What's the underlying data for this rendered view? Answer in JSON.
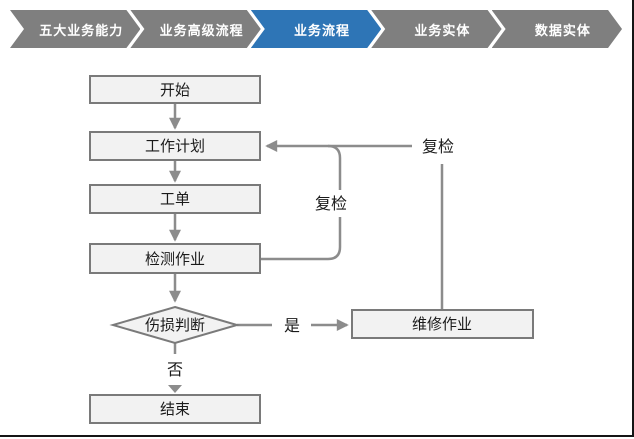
{
  "breadcrumb": {
    "items": [
      {
        "label": "五大业务能力",
        "active": false
      },
      {
        "label": "业务高级流程",
        "active": false
      },
      {
        "label": "业务流程",
        "active": true
      },
      {
        "label": "业务实体",
        "active": false
      },
      {
        "label": "数据实体",
        "active": false
      }
    ]
  },
  "flowchart": {
    "nodes": {
      "start": {
        "label": "开始",
        "shape": "rect"
      },
      "plan": {
        "label": "工作计划",
        "shape": "rect"
      },
      "order": {
        "label": "工单",
        "shape": "rect"
      },
      "inspect": {
        "label": "检测作业",
        "shape": "rect"
      },
      "judge": {
        "label": "伤损判断",
        "shape": "diamond"
      },
      "repair": {
        "label": "维修作业",
        "shape": "rect"
      },
      "end": {
        "label": "结束",
        "shape": "rect"
      }
    },
    "edge_labels": {
      "yes": "是",
      "no": "否",
      "recheck_inner": "复检",
      "recheck_outer": "复检"
    }
  },
  "colors": {
    "accent_blue": "#2E75B6",
    "step_gray": "#7F7F7F",
    "node_fill": "#F2F2F2",
    "node_border": "#7A7A7A",
    "connector_gray": "#8C8C8C",
    "frame_border": "#151515"
  }
}
